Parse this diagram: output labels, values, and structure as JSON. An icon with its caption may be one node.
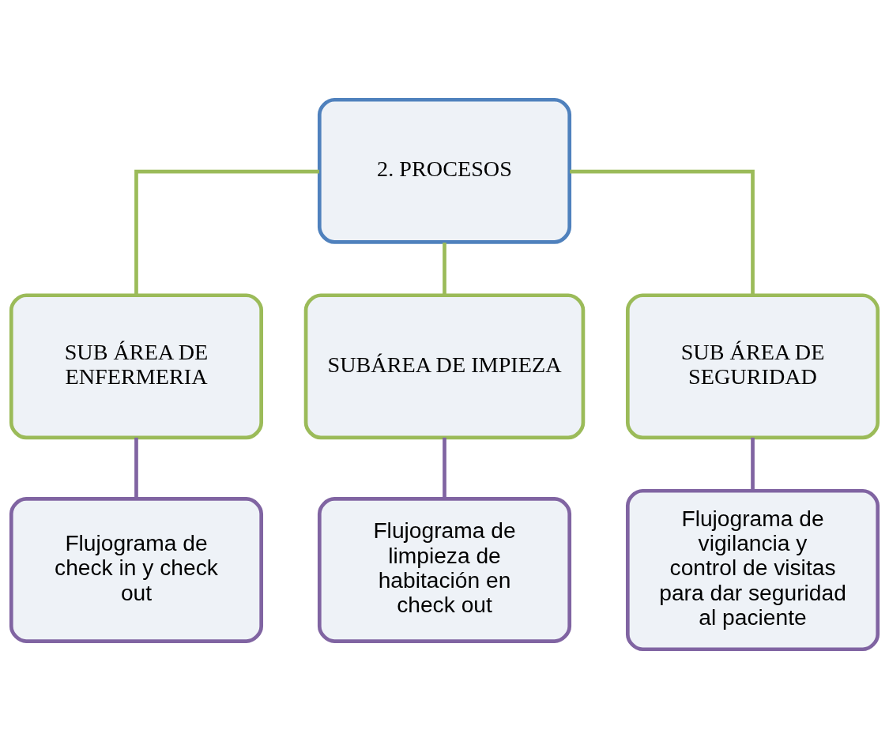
{
  "diagram": {
    "nodes": [
      {
        "text": [
          "2. PROCESOS"
        ]
      },
      {
        "text": [
          "SUB ÁREA DE ENFERMERIA"
        ]
      },
      {
        "text": [
          "SUBÁREA DE IMPIEZA"
        ]
      },
      {
        "text": [
          "SUB ÁREA DE SEGURIDAD"
        ]
      },
      {
        "text": [
          "Flujograma de check in y check out"
        ]
      },
      {
        "text": [
          "Flujograma de limpieza de habitación en check out"
        ]
      },
      {
        "text": [
          "Flujograma de vigilancia y control de visitas para dar seguridad al paciente"
        ]
      }
    ],
    "edges": [
      {
        "from": 0,
        "to": 1,
        "arrow": "none",
        "color": "#9bbb59"
      },
      {
        "from": 0,
        "to": 2,
        "arrow": "none",
        "color": "#9bbb59"
      },
      {
        "from": 0,
        "to": 3,
        "arrow": "none",
        "color": "#9bbb59"
      },
      {
        "from": 1,
        "to": 4,
        "arrow": "none",
        "color": "#8064a2"
      },
      {
        "from": 2,
        "to": 5,
        "arrow": "none",
        "color": "#8064a2"
      },
      {
        "from": 3,
        "to": 6,
        "arrow": "none",
        "color": "#8064a2"
      }
    ]
  }
}
